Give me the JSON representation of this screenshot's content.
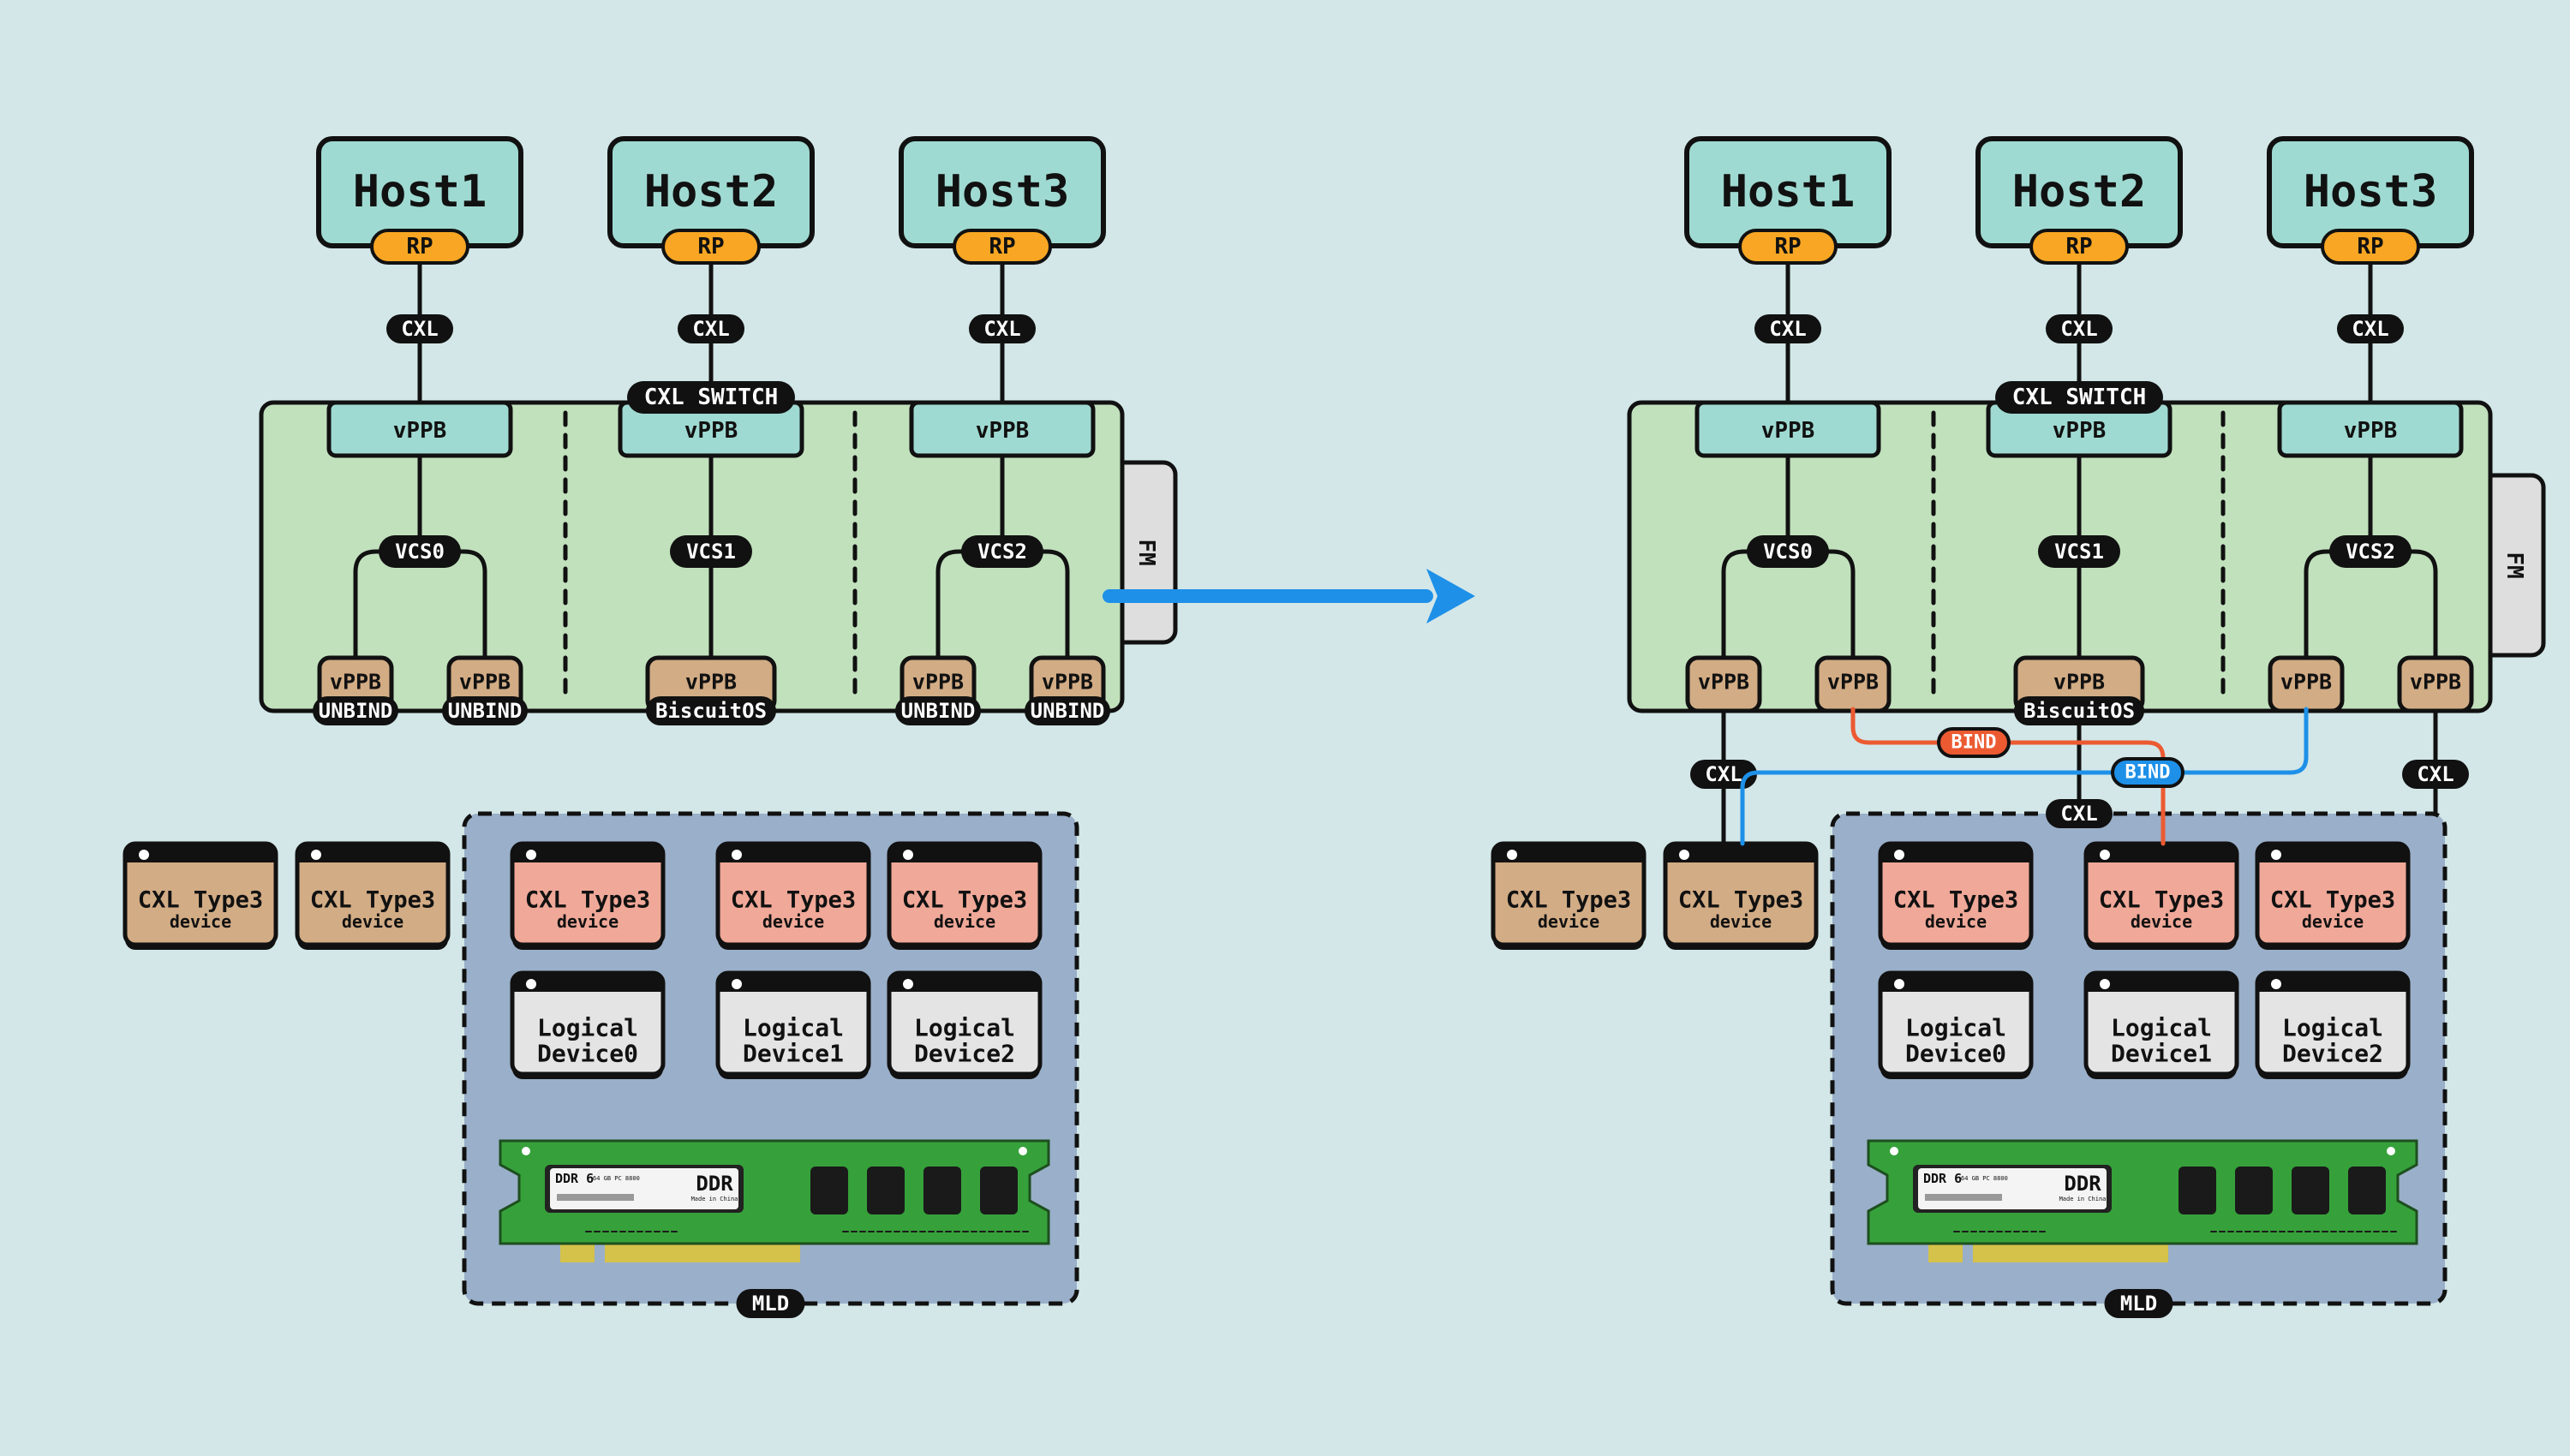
{
  "colors": {
    "background": "#d3e7e8",
    "host_fill": "#9fdad2",
    "rp_fill": "#f8a623",
    "switch_fill": "#c1e1bd",
    "vppb_top_fill": "#9fdad2",
    "vppb_bottom_fill": "#d2ac85",
    "mld_fill": "#9aafc9",
    "type3_tan": "#d2ac85",
    "type3_pink": "#f0a898",
    "logical_fill": "#e4e4e4",
    "fm_fill": "#dedede",
    "bind_red": "#ec5a32",
    "bind_blue": "#1e90e8",
    "arrow_blue": "#1e90e8",
    "dimm_green": "#36a13a"
  },
  "arrow_icon": "right-arrow",
  "left": {
    "hosts": [
      {
        "label": "Host1",
        "port": "RP",
        "link": "CXL"
      },
      {
        "label": "Host2",
        "port": "RP",
        "link": "CXL"
      },
      {
        "label": "Host3",
        "port": "RP",
        "link": "CXL"
      }
    ],
    "switch_label": "CXL SWITCH",
    "fm_label": "FM",
    "upstream_vppb": [
      "vPPB",
      "vPPB",
      "vPPB"
    ],
    "vcs": [
      "VCS0",
      "VCS1",
      "VCS2"
    ],
    "downstream_vppb": [
      {
        "label": "vPPB",
        "tag": "UNBIND"
      },
      {
        "label": "vPPB",
        "tag": "UNBIND"
      },
      {
        "label": "vPPB",
        "tag": "BiscuitOS"
      },
      {
        "label": "vPPB",
        "tag": "UNBIND"
      },
      {
        "label": "vPPB",
        "tag": "UNBIND"
      }
    ],
    "standalone_devices": [
      {
        "line1": "CXL Type3",
        "line2": "device"
      },
      {
        "line1": "CXL Type3",
        "line2": "device"
      }
    ],
    "mld_devices": [
      {
        "line1": "CXL Type3",
        "line2": "device"
      },
      {
        "line1": "CXL Type3",
        "line2": "device"
      },
      {
        "line1": "CXL Type3",
        "line2": "device"
      }
    ],
    "logical_devices": [
      {
        "line1": "Logical",
        "line2": "Device0"
      },
      {
        "line1": "Logical",
        "line2": "Device1"
      },
      {
        "line1": "Logical",
        "line2": "Device2"
      }
    ],
    "dimm": {
      "label": "DDR 6",
      "small": "64 GB PC 8800",
      "brand": "DDR",
      "made": "Made in China"
    },
    "mld_label": "MLD"
  },
  "right": {
    "hosts": [
      {
        "label": "Host1",
        "port": "RP",
        "link": "CXL"
      },
      {
        "label": "Host2",
        "port": "RP",
        "link": "CXL"
      },
      {
        "label": "Host3",
        "port": "RP",
        "link": "CXL"
      }
    ],
    "switch_label": "CXL SWITCH",
    "fm_label": "FM",
    "upstream_vppb": [
      "vPPB",
      "vPPB",
      "vPPB"
    ],
    "vcs": [
      "VCS0",
      "VCS1",
      "VCS2"
    ],
    "downstream_vppb": [
      {
        "label": "vPPB",
        "tag": ""
      },
      {
        "label": "vPPB",
        "tag": ""
      },
      {
        "label": "vPPB",
        "tag": "BiscuitOS"
      },
      {
        "label": "vPPB",
        "tag": ""
      },
      {
        "label": "vPPB",
        "tag": ""
      }
    ],
    "downstream_links": [
      "CXL",
      "CXL",
      "CXL"
    ],
    "bind_labels": [
      "BIND",
      "BIND"
    ],
    "standalone_devices": [
      {
        "line1": "CXL Type3",
        "line2": "device"
      },
      {
        "line1": "CXL Type3",
        "line2": "device"
      }
    ],
    "mld_devices": [
      {
        "line1": "CXL Type3",
        "line2": "device"
      },
      {
        "line1": "CXL Type3",
        "line2": "device"
      },
      {
        "line1": "CXL Type3",
        "line2": "device"
      }
    ],
    "logical_devices": [
      {
        "line1": "Logical",
        "line2": "Device0"
      },
      {
        "line1": "Logical",
        "line2": "Device1"
      },
      {
        "line1": "Logical",
        "line2": "Device2"
      }
    ],
    "dimm": {
      "label": "DDR 6",
      "small": "64 GB PC 8800",
      "brand": "DDR",
      "made": "Made in China"
    },
    "mld_label": "MLD"
  }
}
